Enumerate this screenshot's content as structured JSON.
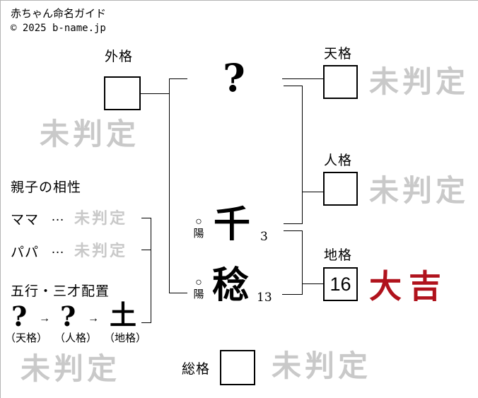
{
  "header": {
    "title": "赤ちゃん命名ガイド",
    "copyright": "© 2025 b-name.jp"
  },
  "colors": {
    "result_red": "#b0121c",
    "watermark_gray": "#c9c9c9",
    "line_black": "#000000"
  },
  "name": {
    "surname_placeholder": "?",
    "chars": [
      {
        "char": "千",
        "strokes": "3",
        "yinyang_symbol": "○",
        "yinyang_label": "陽"
      },
      {
        "char": "稔",
        "strokes": "13",
        "yinyang_symbol": "○",
        "yinyang_label": "陽"
      }
    ]
  },
  "kaku": {
    "gaikaku": {
      "label": "外格",
      "value": "",
      "result": "未判定"
    },
    "tenkaku": {
      "label": "天格",
      "value": "",
      "result": "未判定"
    },
    "jinkaku": {
      "label": "人格",
      "value": "",
      "result": "未判定"
    },
    "chikaku": {
      "label": "地格",
      "value": "16",
      "result": "大吉"
    },
    "soukaku": {
      "label": "総格",
      "value": "",
      "result": "未判定"
    }
  },
  "compatibility": {
    "heading": "親子の相性",
    "rows": [
      {
        "label": "ママ",
        "dots": "…",
        "result": "未判定"
      },
      {
        "label": "パパ",
        "dots": "…",
        "result": "未判定"
      }
    ]
  },
  "gogyo": {
    "heading": "五行・三才配置",
    "arrow": "→",
    "items": [
      {
        "element": "?",
        "label": "（天格）"
      },
      {
        "element": "?",
        "label": "（人格）"
      },
      {
        "element": "土",
        "label": "（地格）"
      }
    ],
    "result": "未判定"
  }
}
